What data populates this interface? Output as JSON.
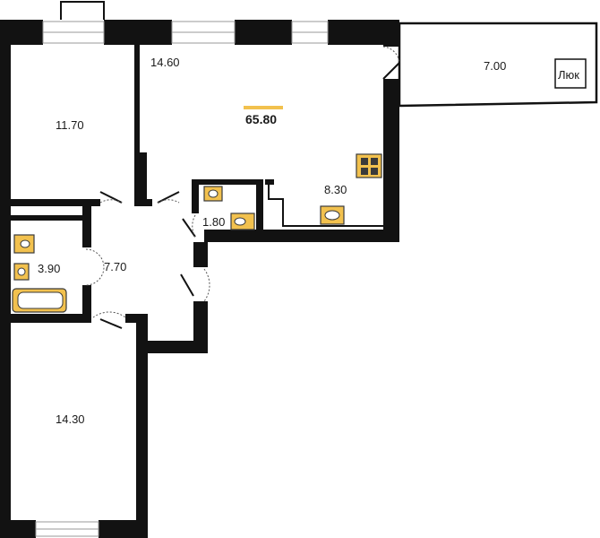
{
  "plan": {
    "total_area": "65.80",
    "accent_color": "#f2c14e",
    "rooms": [
      {
        "id": "bedroom-top",
        "area": "11.70"
      },
      {
        "id": "living",
        "area": "14.60"
      },
      {
        "id": "loggia",
        "area": "7.00"
      },
      {
        "id": "kitchen",
        "area": "8.30"
      },
      {
        "id": "wc",
        "area": "1.80"
      },
      {
        "id": "bathroom",
        "area": "3.90"
      },
      {
        "id": "hall",
        "area": "7.70"
      },
      {
        "id": "bedroom-bottom",
        "area": "14.30"
      }
    ],
    "hatch_label": "Люк"
  }
}
